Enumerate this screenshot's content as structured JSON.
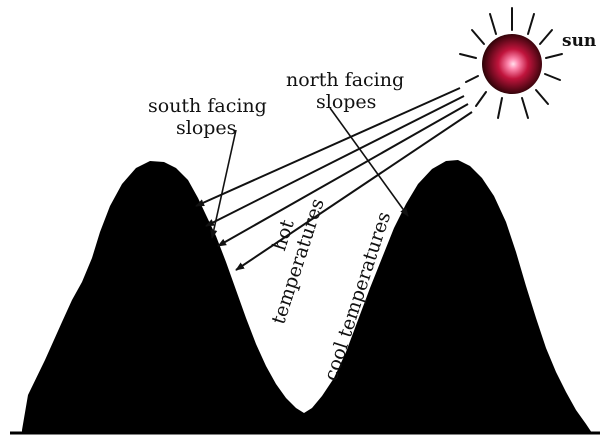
{
  "labels": {
    "sun": "sun",
    "south_facing_line1": "south facing",
    "south_facing_line2": "slopes",
    "north_facing_line1": "north facing",
    "north_facing_line2": "slopes",
    "hot_line1": "hot",
    "hot_line2": "temperatures",
    "cool": "cool temperatures"
  },
  "colors": {
    "mountain": "#000000",
    "sun_core": "#ff8ab0",
    "sun_mid": "#c0143c",
    "sun_edge": "#1a0000",
    "ink": "#111111",
    "background": "#ffffff"
  }
}
